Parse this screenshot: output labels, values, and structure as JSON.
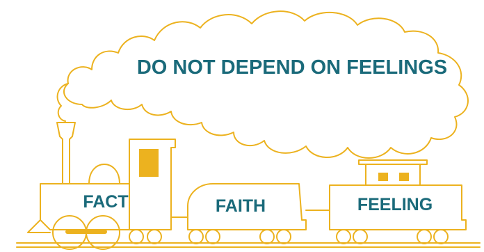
{
  "diagram": {
    "cloud_text": "DO NOT DEPEND ON FEELINGS",
    "engine_label": "FACT",
    "coal_car_label": "FAITH",
    "caboose_label": "FEELING",
    "colors": {
      "outline": "#ecb21f",
      "text": "#1a6a7a",
      "background": "#ffffff"
    },
    "icons": [
      "steam-cloud-icon",
      "locomotive-icon",
      "coal-car-icon",
      "caboose-icon",
      "wheel-icon",
      "track-icon"
    ]
  }
}
